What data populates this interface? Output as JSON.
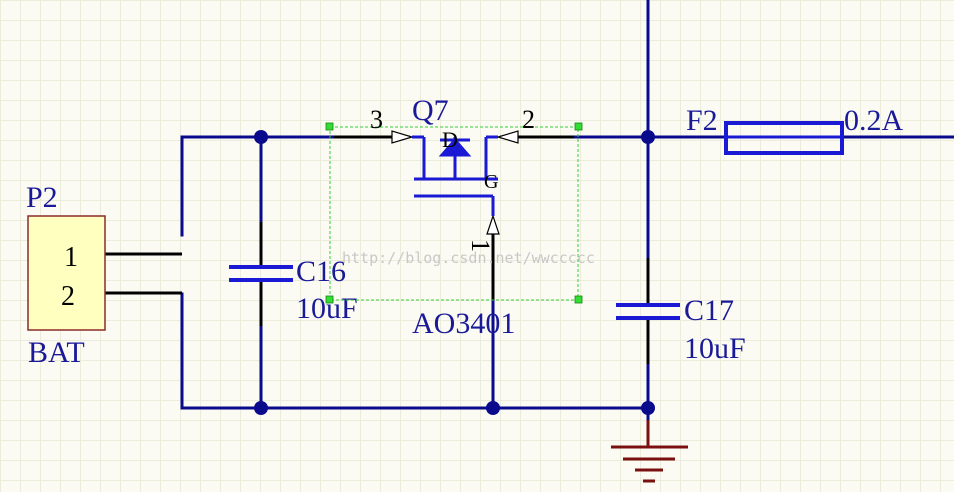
{
  "connector": {
    "designator": "P2",
    "pins": [
      "1",
      "2"
    ],
    "value": "BAT",
    "colors": {
      "fill": "#ffffc0",
      "border": "#8b2a2a"
    }
  },
  "capacitors": [
    {
      "designator": "C16",
      "value": "10uF"
    },
    {
      "designator": "C17",
      "value": "10uF"
    }
  ],
  "mosfet": {
    "designator": "Q7",
    "part": "AO3401",
    "pins": {
      "drain": "3",
      "source": "2",
      "gate": "1"
    }
  },
  "fuse": {
    "designator": "F2",
    "value": "0.2A"
  },
  "watermark": "http://blog.csdn.net/wwccccc",
  "colors": {
    "wire": "#0a0a8c",
    "component": "#1a1ad4",
    "label": "#1a1a99",
    "ground": "#7a1010",
    "selection": "#33cc33",
    "grid": "#ececdc"
  }
}
